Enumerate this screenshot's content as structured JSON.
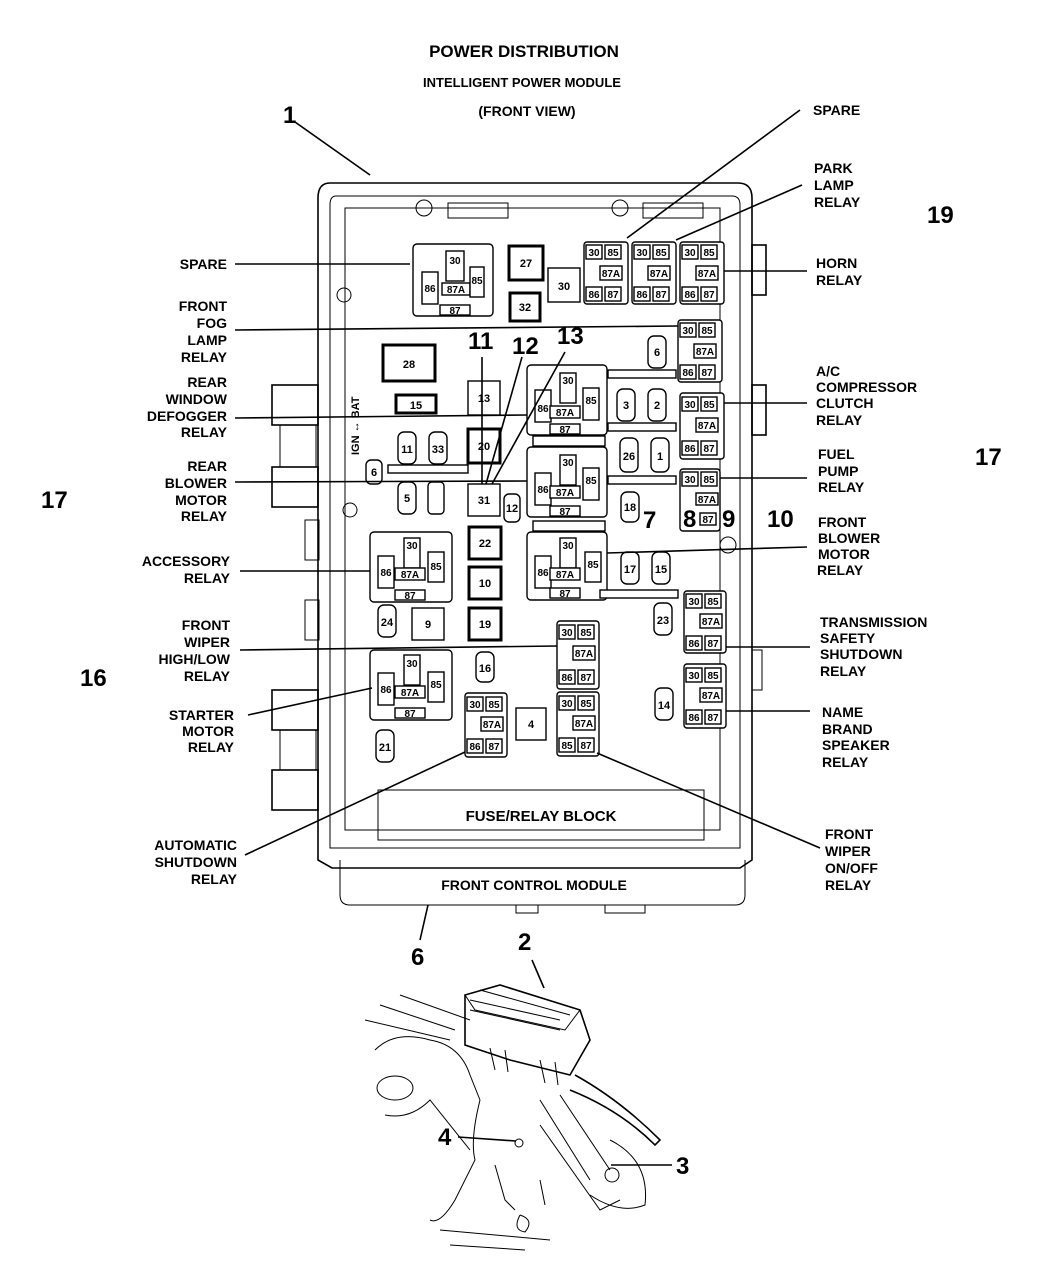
{
  "title": {
    "line1": "POWER DISTRIBUTION",
    "line2": "INTELLIGENT POWER MODULE",
    "line3": "(FRONT VIEW)"
  },
  "callout_numbers": {
    "n1": "1",
    "n2": "2",
    "n3": "3",
    "n4": "4",
    "n6": "6",
    "n7": "7",
    "n8": "8",
    "n9": "9",
    "n10": "10",
    "n11": "11",
    "n12": "12",
    "n13": "13",
    "n16": "16",
    "n17_left": "17",
    "n17_right": "17",
    "n19": "19"
  },
  "left_labels": {
    "spare": [
      "SPARE"
    ],
    "front_fog": [
      "FRONT",
      "FOG",
      "LAMP",
      "RELAY"
    ],
    "rear_window": [
      "REAR",
      "WINDOW",
      "DEFOGGER",
      "RELAY"
    ],
    "rear_blower": [
      "REAR",
      "BLOWER",
      "MOTOR",
      "RELAY"
    ],
    "accessory": [
      "ACCESSORY",
      "RELAY"
    ],
    "front_wiper_hl": [
      "FRONT",
      "WIPER",
      "HIGH/LOW",
      "RELAY"
    ],
    "starter": [
      "STARTER",
      "MOTOR",
      "RELAY"
    ],
    "asd": [
      "AUTOMATIC",
      "SHUTDOWN",
      "RELAY"
    ]
  },
  "right_labels": {
    "spare": [
      "SPARE"
    ],
    "park_lamp": [
      "PARK",
      "LAMP",
      "RELAY"
    ],
    "horn": [
      "HORN",
      "RELAY"
    ],
    "ac_clutch": [
      "A/C",
      "COMPRESSOR",
      "CLUTCH",
      "RELAY"
    ],
    "fuel_pump": [
      "FUEL",
      "PUMP",
      "RELAY"
    ],
    "front_blower": [
      "FRONT",
      "BLOWER",
      "MOTOR",
      "RELAY"
    ],
    "trans_safety": [
      "TRANSMISSION",
      "SAFETY",
      "SHUTDOWN",
      "RELAY"
    ],
    "name_brand": [
      "NAME",
      "BRAND",
      "SPEAKER",
      "RELAY"
    ],
    "front_wiper_onoff": [
      "FRONT",
      "WIPER",
      "ON/OFF",
      "RELAY"
    ]
  },
  "module_labels": {
    "fuse_relay_block": "FUSE/RELAY BLOCK",
    "front_control_module": "FRONT CONTROL MODULE",
    "ign_bat": "IGN ↔ BAT"
  },
  "relay_pins": {
    "p30": "30",
    "p85": "85",
    "p86": "86",
    "p87": "87",
    "p87a": "87A"
  },
  "fuses": {
    "f1": "1",
    "f2": "2",
    "f3": "3",
    "f4": "4",
    "f5": "5",
    "f6": "6",
    "f6b": "6",
    "f9": "9",
    "f10": "10",
    "f11": "11",
    "f13": "13",
    "f14": "14",
    "f15": "15",
    "f15b": "15",
    "f16": "16",
    "f17": "17",
    "f18": "18",
    "f19": "19",
    "f20": "20",
    "f21": "21",
    "f22": "22",
    "f23": "23",
    "f24": "24",
    "f26": "26",
    "f27": "27",
    "f28": "28",
    "f30": "30",
    "f31": "31",
    "f32": "32",
    "f33": "33",
    "f12": "12"
  }
}
